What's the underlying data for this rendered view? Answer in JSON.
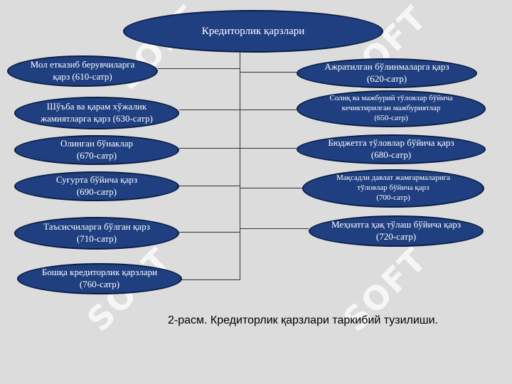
{
  "watermark": "SOFT",
  "root": "Кредиторлик қарзлари",
  "left_nodes": [
    "Мол етказиб берувчиларга\nқарз  (610-сатр)",
    "Шўъба ва қарам хўжалик\nжамиятларга қарз (630-сатр)",
    "Олинган бўнаклар\n(670-сатр)",
    "Суғурта бўйича қарз\n(690-сатр)",
    "Таъсисчиларга бўлган қарз\n(710-сатр)",
    "Бошқа кредиторлик қарзлари\n(760-сатр)"
  ],
  "right_nodes": [
    "Ажратилган бўлинмаларга қарз\n(620-сатр)",
    "Солиқ ва мажбурий тўловлар бўйича\nкечиктирилган мажбуриятлар\n(650-сатр)",
    "Бюджетга тўловлар бўйича қарз\n(680-сатр)",
    "Мақсадли давлат жамғармаларига\nтўловлар бўйича қарз\n(700-сатр)",
    "Меҳнатга ҳақ тўлаш бўйича қарз\n(720-сатр)"
  ],
  "caption": "2-расм. Кредиторлик қарзлари таркибий тузилиши."
}
